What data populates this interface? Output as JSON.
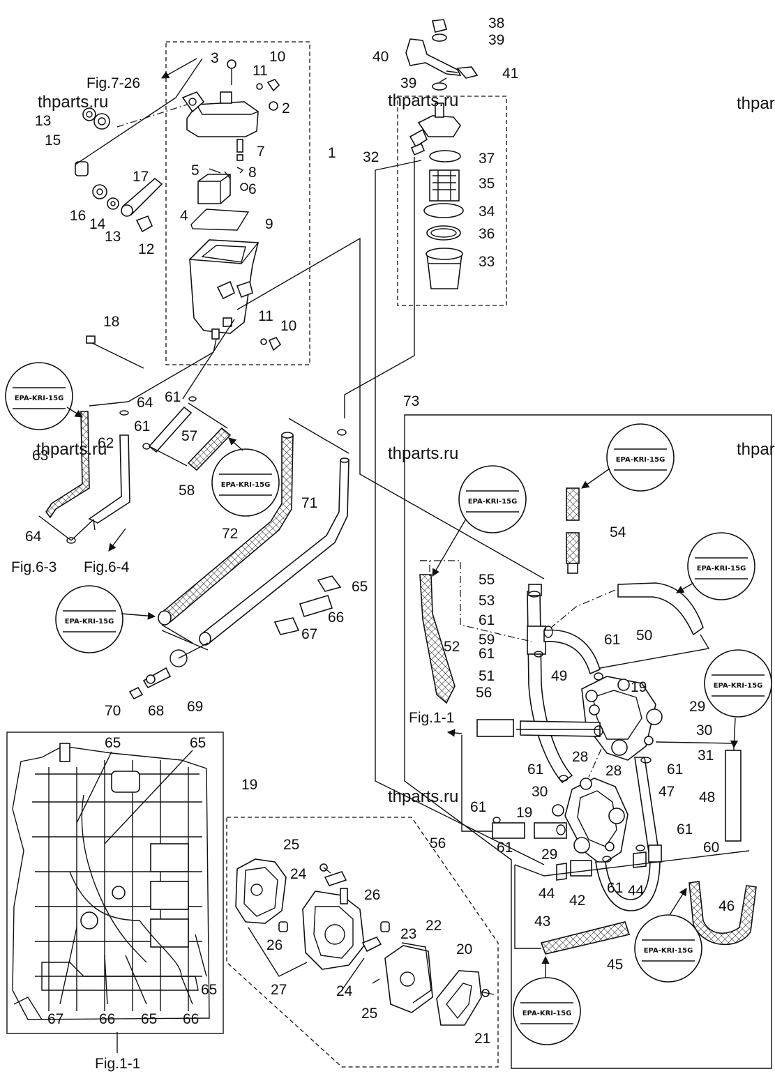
{
  "title": "",
  "watermarks": [
    "thparts.ru",
    "thparts.ru",
    "thparts.ru",
    "thparts.ru",
    "thparts.ru",
    "thparts.ru",
    "thparts.ru"
  ],
  "stamp_text": "EPA-KRI-15G",
  "references": {
    "fig_7_26": "Fig.7-26",
    "fig_6_3": "Fig.6-3",
    "fig_6_4": "Fig.6-4",
    "fig_1_1_a": "Fig.1-1",
    "fig_1_1_b": "Fig.1-1"
  },
  "callouts": {
    "fuel_tank": [
      "3",
      "11",
      "10",
      "2",
      "7",
      "5",
      "8",
      "6",
      "1",
      "4",
      "9",
      "11",
      "10",
      "13",
      "15",
      "16",
      "14",
      "13",
      "12",
      "17",
      "18"
    ],
    "filter": [
      "38",
      "39",
      "40",
      "41",
      "39",
      "32",
      "37",
      "35",
      "34",
      "36",
      "33"
    ],
    "hoses_left": [
      "64",
      "61",
      "73",
      "61",
      "57",
      "63",
      "62",
      "58",
      "64",
      "72",
      "71",
      "65",
      "66",
      "67",
      "70",
      "68",
      "69"
    ],
    "engine_inset": [
      "65",
      "65",
      "67",
      "66",
      "65",
      "66",
      "65"
    ],
    "fuel_pump": [
      "19",
      "25",
      "24",
      "26",
      "26",
      "23",
      "22",
      "20",
      "27",
      "24",
      "25",
      "21"
    ],
    "pump_assembly": [
      "54",
      "55",
      "53",
      "61",
      "59",
      "61",
      "52",
      "51",
      "49",
      "61",
      "19",
      "50",
      "29",
      "56",
      "30",
      "28",
      "31",
      "61",
      "61",
      "28",
      "47",
      "30",
      "48",
      "19",
      "61",
      "56",
      "61",
      "29",
      "61",
      "60",
      "44",
      "42",
      "61",
      "44",
      "46",
      "43",
      "45"
    ]
  }
}
